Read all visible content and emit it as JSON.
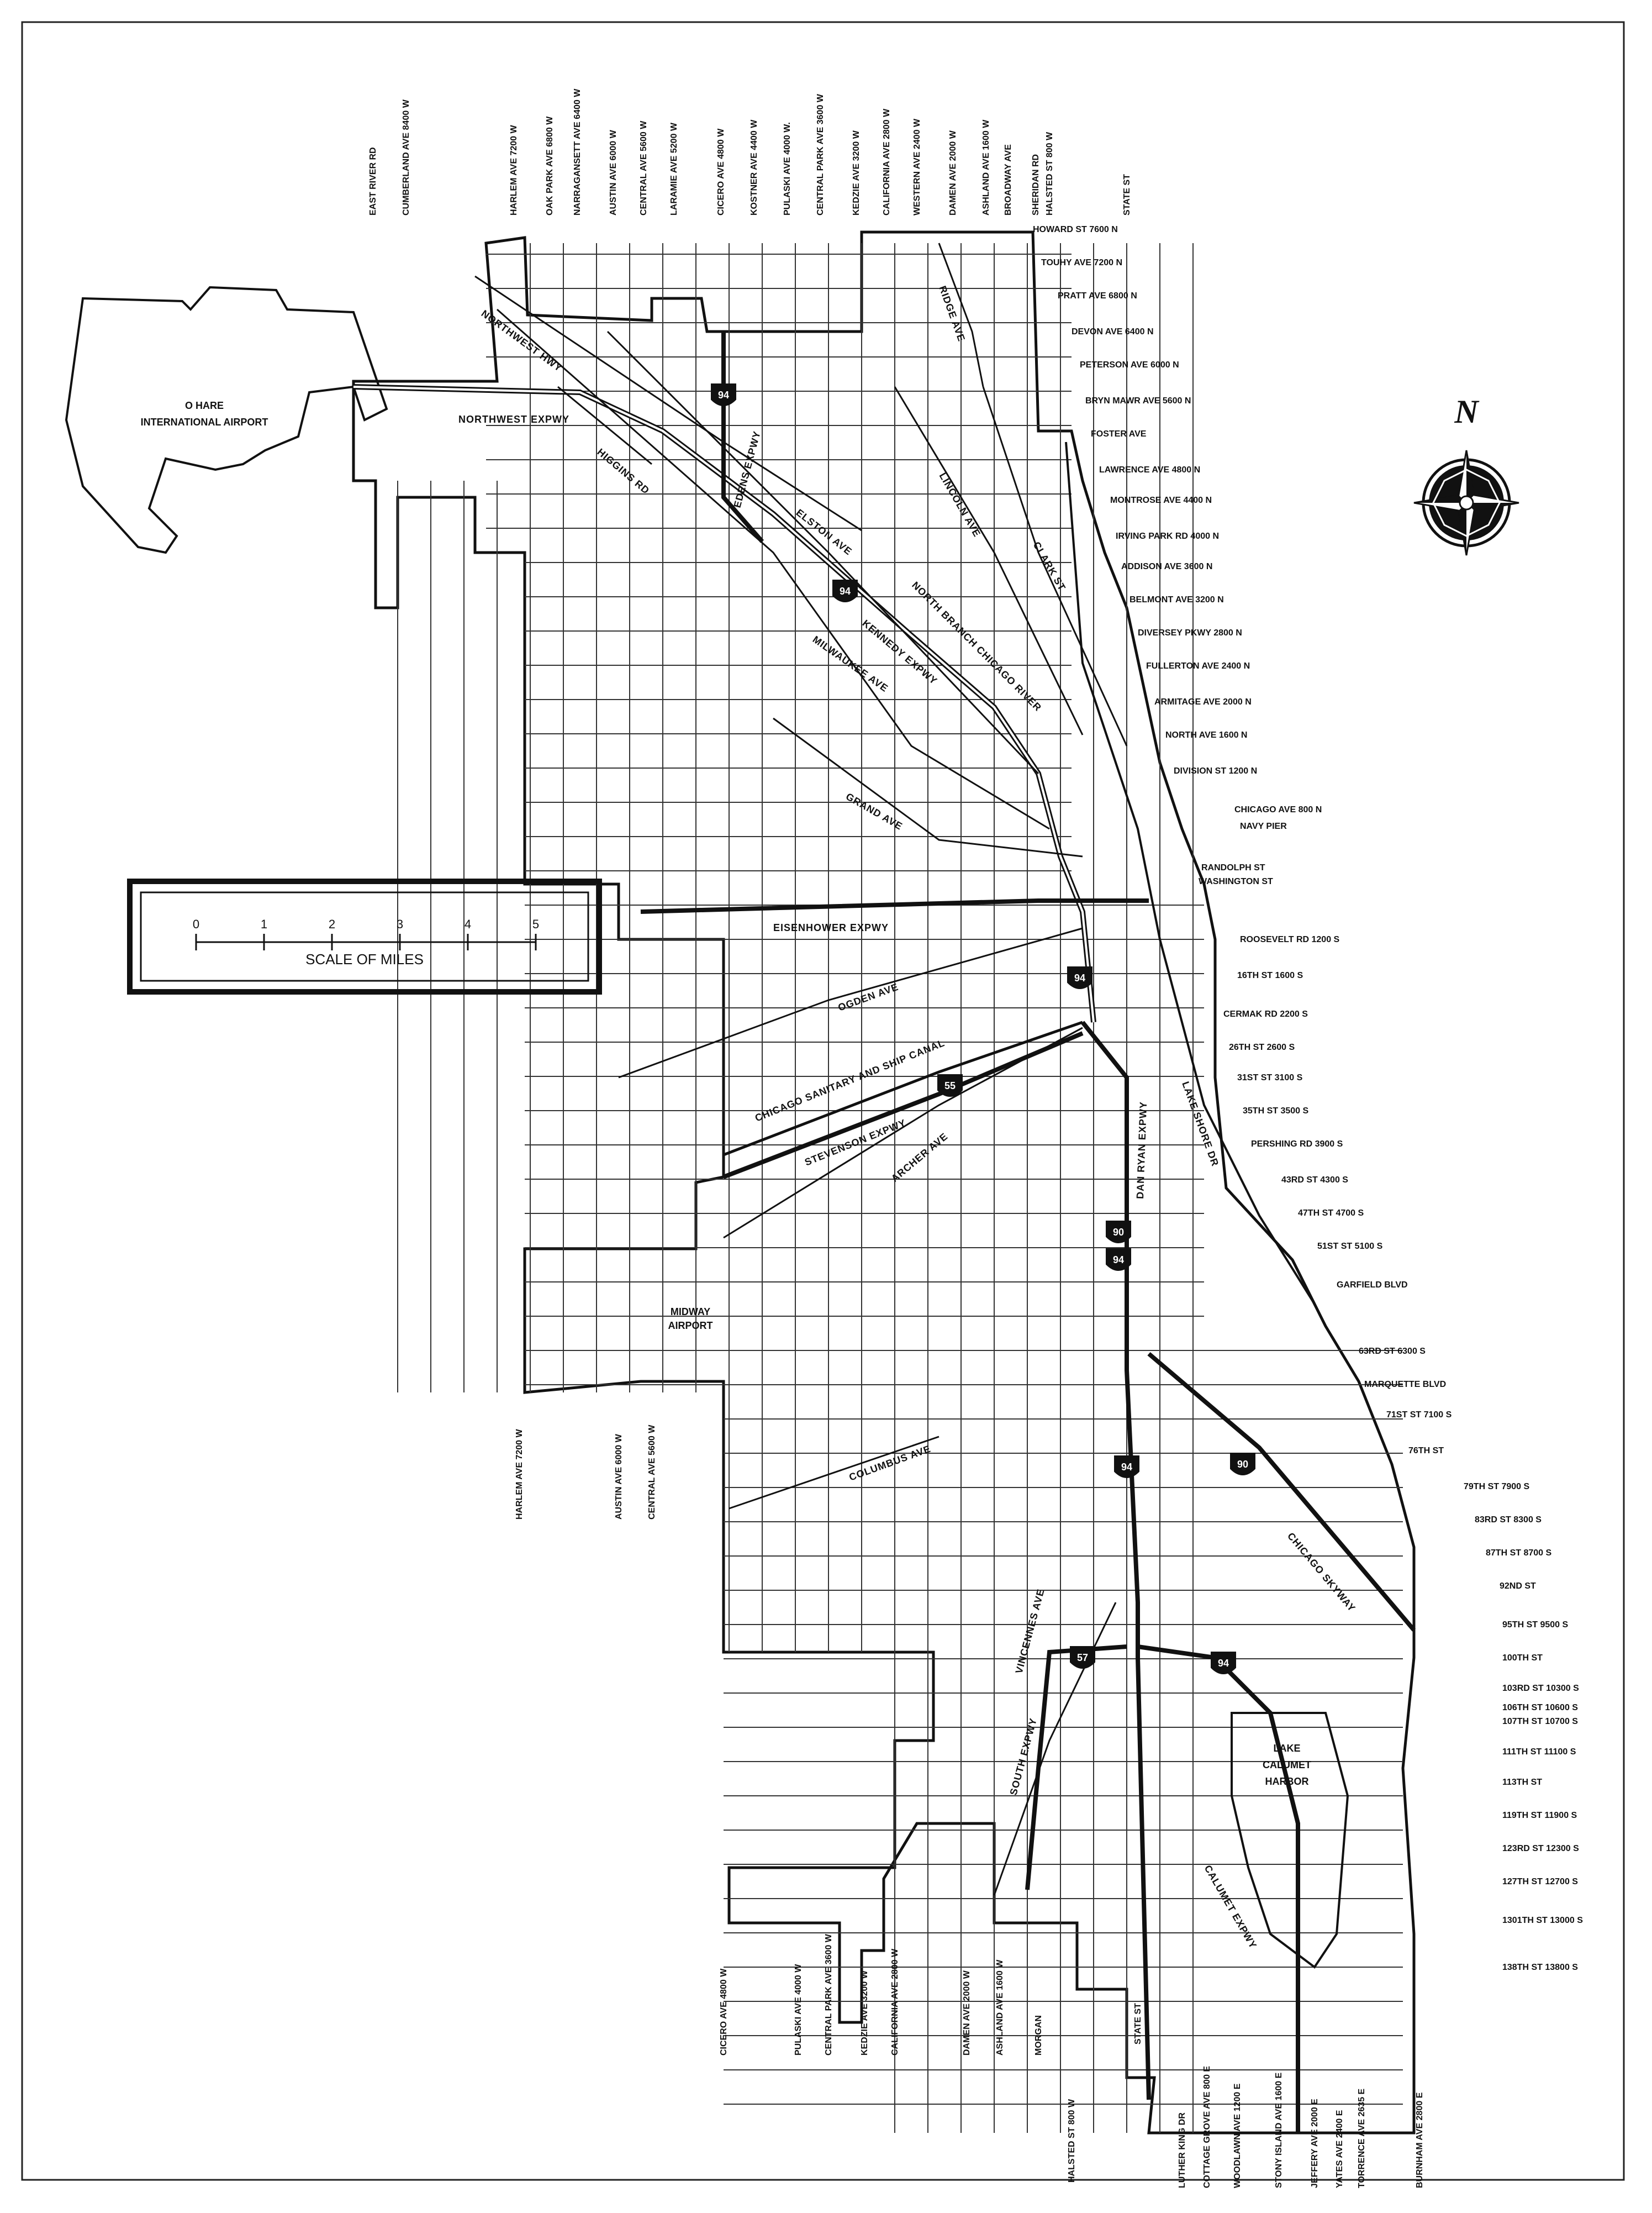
{
  "top_avenues": [
    "EAST RIVER RD",
    "CUMBERLAND AVE 8400 W",
    "HARLEM AVE  7200 W",
    "OAK PARK AVE 6800 W",
    "NARRAGANSETT AVE 6400 W",
    "AUSTIN AVE  6000 W",
    "CENTRAL AVE  5600 W",
    "LARAMIE AVE  5200 W",
    "CICERO AVE  4800 W",
    "KOSTNER AVE  4400 W",
    "PULASKI AVE  4000 W.",
    "CENTRAL PARK AVE  3600 W",
    "KEDZIE AVE  3200 W",
    "CALIFORNIA AVE  2800 W",
    "WESTERN AVE  2400 W",
    "DAMEN AVE  2000 W",
    "ASHLAND AVE  1600 W",
    "BROADWAY AVE",
    "SHERIDAN RD",
    "HALSTED ST  800 W",
    "STATE ST"
  ],
  "north_streets": [
    "HOWARD ST  7600 N",
    "TOUHY AVE  7200 N",
    "PRATT AVE  6800 N",
    "DEVON AVE  6400 N",
    "PETERSON AVE  6000 N",
    "BRYN MAWR AVE  5600 N",
    "FOSTER AVE",
    "LAWRENCE AVE  4800 N",
    "MONTROSE AVE  4400 N",
    "IRVING PARK RD  4000 N",
    "ADDISON AVE  3600 N",
    "BELMONT AVE  3200 N",
    "DIVERSEY PKWY  2800 N",
    "FULLERTON AVE  2400 N",
    "ARMITAGE AVE  2000 N",
    "NORTH AVE  1600 N",
    "DIVISION ST  1200 N",
    "CHICAGO AVE  800 N",
    "NAVY PIER",
    "RANDOLPH ST",
    "WASHINGTON ST"
  ],
  "south_streets": [
    "ROOSEVELT RD  1200 S",
    "16TH ST  1600 S",
    "CERMAK RD  2200 S",
    "26TH ST  2600 S",
    "31ST ST  3100 S",
    "35TH ST  3500 S",
    "PERSHING RD  3900 S",
    "43RD ST  4300 S",
    "47TH ST  4700 S",
    "51ST ST  5100 S",
    "GARFIELD BLVD",
    "63RD ST  6300 S",
    "MARQUETTE BLVD",
    "71ST ST  7100 S",
    "76TH ST",
    "79TH ST  7900 S",
    "83RD ST  8300 S",
    "87TH ST  8700 S",
    "92ND ST",
    "95TH ST  9500 S",
    "100TH ST",
    "103RD ST  10300 S",
    "106TH ST  10600 S",
    "107TH ST  10700 S",
    "111TH ST  11100 S",
    "113TH ST",
    "119TH ST  11900 S",
    "123RD ST  12300 S",
    "127TH ST  12700 S",
    "1301TH ST  13000 S",
    "138TH ST  13800 S"
  ],
  "southwest_avenues": [
    "HARLEM AVE  7200 W",
    "AUSTIN AVE  6000 W",
    "CENTRAL AVE  5600 W"
  ],
  "bottom_avenues": [
    "CICERO AVE  4800 W",
    "PULASKI AVE  4000 W",
    "CENTRAL PARK AVE  3600 W",
    "KEDZIE AVE  3200 W",
    "CALIFORNIA AVE  2800 W",
    "DAMEN AVE  2000 W",
    "ASHLAND AVE  1600 W",
    "MORGAN",
    "HALSTED ST  800 W",
    "STATE ST",
    "LUTHER KING DR",
    "COTTAGE GROVE AVE 800 E",
    "WOODLAWN AVE  1200 E",
    "STONY ISLAND AVE  1600 E",
    "JEFFERY AVE  2000 E",
    "YATES AVE  2400 E",
    "TORRENCE AVE  2635 E",
    "BURNHAM AVE  2800 E"
  ],
  "diagonal_roads": {
    "northwest_hwy": "NORTHWEST HWY",
    "northwest_expwy": "NORTHWEST EXPWY",
    "higgins_rd": "HIGGINS RD",
    "edens_expwy": "EDENS EXPWY",
    "elston_ave": "ELSTON AVE",
    "ridge_ave": "RIDGE AVE",
    "lincoln_ave": "LINCOLN AVE",
    "clark_st": "CLARK ST",
    "north_branch": "NORTH BRANCH CHICAGO RIVER",
    "kennedy_expwy": "KENNEDY EXPWY",
    "milwaukee_ave": "MILWAUKEE AVE",
    "grand_ave": "GRAND AVE",
    "eisenhower_expwy": "EISENHOWER EXPWY",
    "ogden_ave": "OGDEN AVE",
    "sanitary_canal": "CHICAGO SANITARY AND SHIP CANAL",
    "stevenson_expwy": "STEVENSON EXPWY",
    "archer_ave": "ARCHER AVE",
    "dan_ryan": "DAN RYAN EXPWY",
    "lake_shore_dr": "LAKE SHORE DR",
    "columbus_ave": "COLUMBUS AVE",
    "chicago_skyway": "CHICAGO SKYWAY",
    "vincennes_ave": "VINCENNES AVE",
    "south_expwy": "SOUTH EXPWY",
    "calumet_expwy": "CALUMET EXPWY"
  },
  "places": {
    "ohare_line1": "O HARE",
    "ohare_line2": "INTERNATIONAL AIRPORT",
    "midway_line1": "MIDWAY",
    "midway_line2": "AIRPORT",
    "calumet_line1": "LAKE",
    "calumet_line2": "CALUMET",
    "calumet_line3": "HARBOR"
  },
  "shields": {
    "i94_edens": "94",
    "i94_kennedy": "94",
    "i94_downtown": "94",
    "i55": "55",
    "i90": "90",
    "i94_ryan": "94",
    "i94_south": "94",
    "i90_skyway": "90",
    "i57": "57",
    "i94_calumet": "94"
  },
  "compass": {
    "letter": "N"
  },
  "scale": {
    "ticks": [
      "0",
      "1",
      "2",
      "3",
      "4",
      "5"
    ],
    "caption": "SCALE OF MILES"
  }
}
